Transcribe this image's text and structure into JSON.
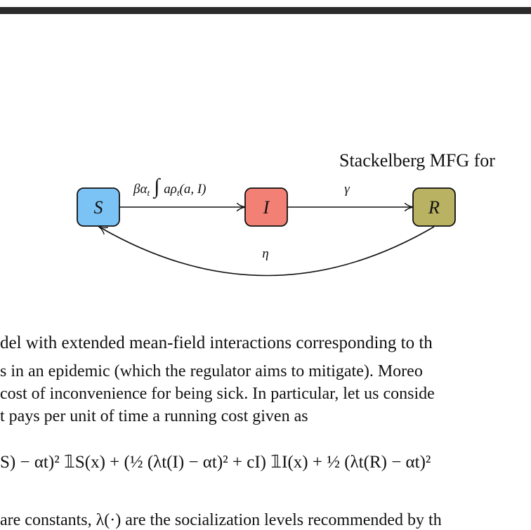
{
  "heading": "Stackelberg MFG for",
  "diagram": {
    "nodes": [
      {
        "id": "S",
        "label": "S",
        "color": "#7cc3f5"
      },
      {
        "id": "I",
        "label": "I",
        "color": "#f38074"
      },
      {
        "id": "R",
        "label": "R",
        "color": "#b8b262"
      }
    ],
    "edges": {
      "s_to_i_label_prefix": "βα",
      "s_to_i_label_sub": "t",
      "s_to_i_label_integral": "∫",
      "s_to_i_label_body": "aρ",
      "s_to_i_label_body_sub": "t",
      "s_to_i_label_args": "(a, I)",
      "i_to_r_label": "γ",
      "r_to_s_label": "η"
    }
  },
  "paragraph": {
    "line1": "del with extended mean-field interactions corresponding to th",
    "line2": "s in an epidemic (which the regulator aims to mitigate). Moreo",
    "line3": "cost of inconvenience for being sick. In particular, let us conside",
    "line4": "t pays per unit of time a running cost given as"
  },
  "formula": {
    "text": "S) − αt)² 𝟙S(x) + (½ (λt(I) − αt)² + cI) 𝟙I(x) + ½ (λt(R) − αt)²"
  },
  "clipped_line": "are constants, λ(·) are the socialization levels recommended by th"
}
